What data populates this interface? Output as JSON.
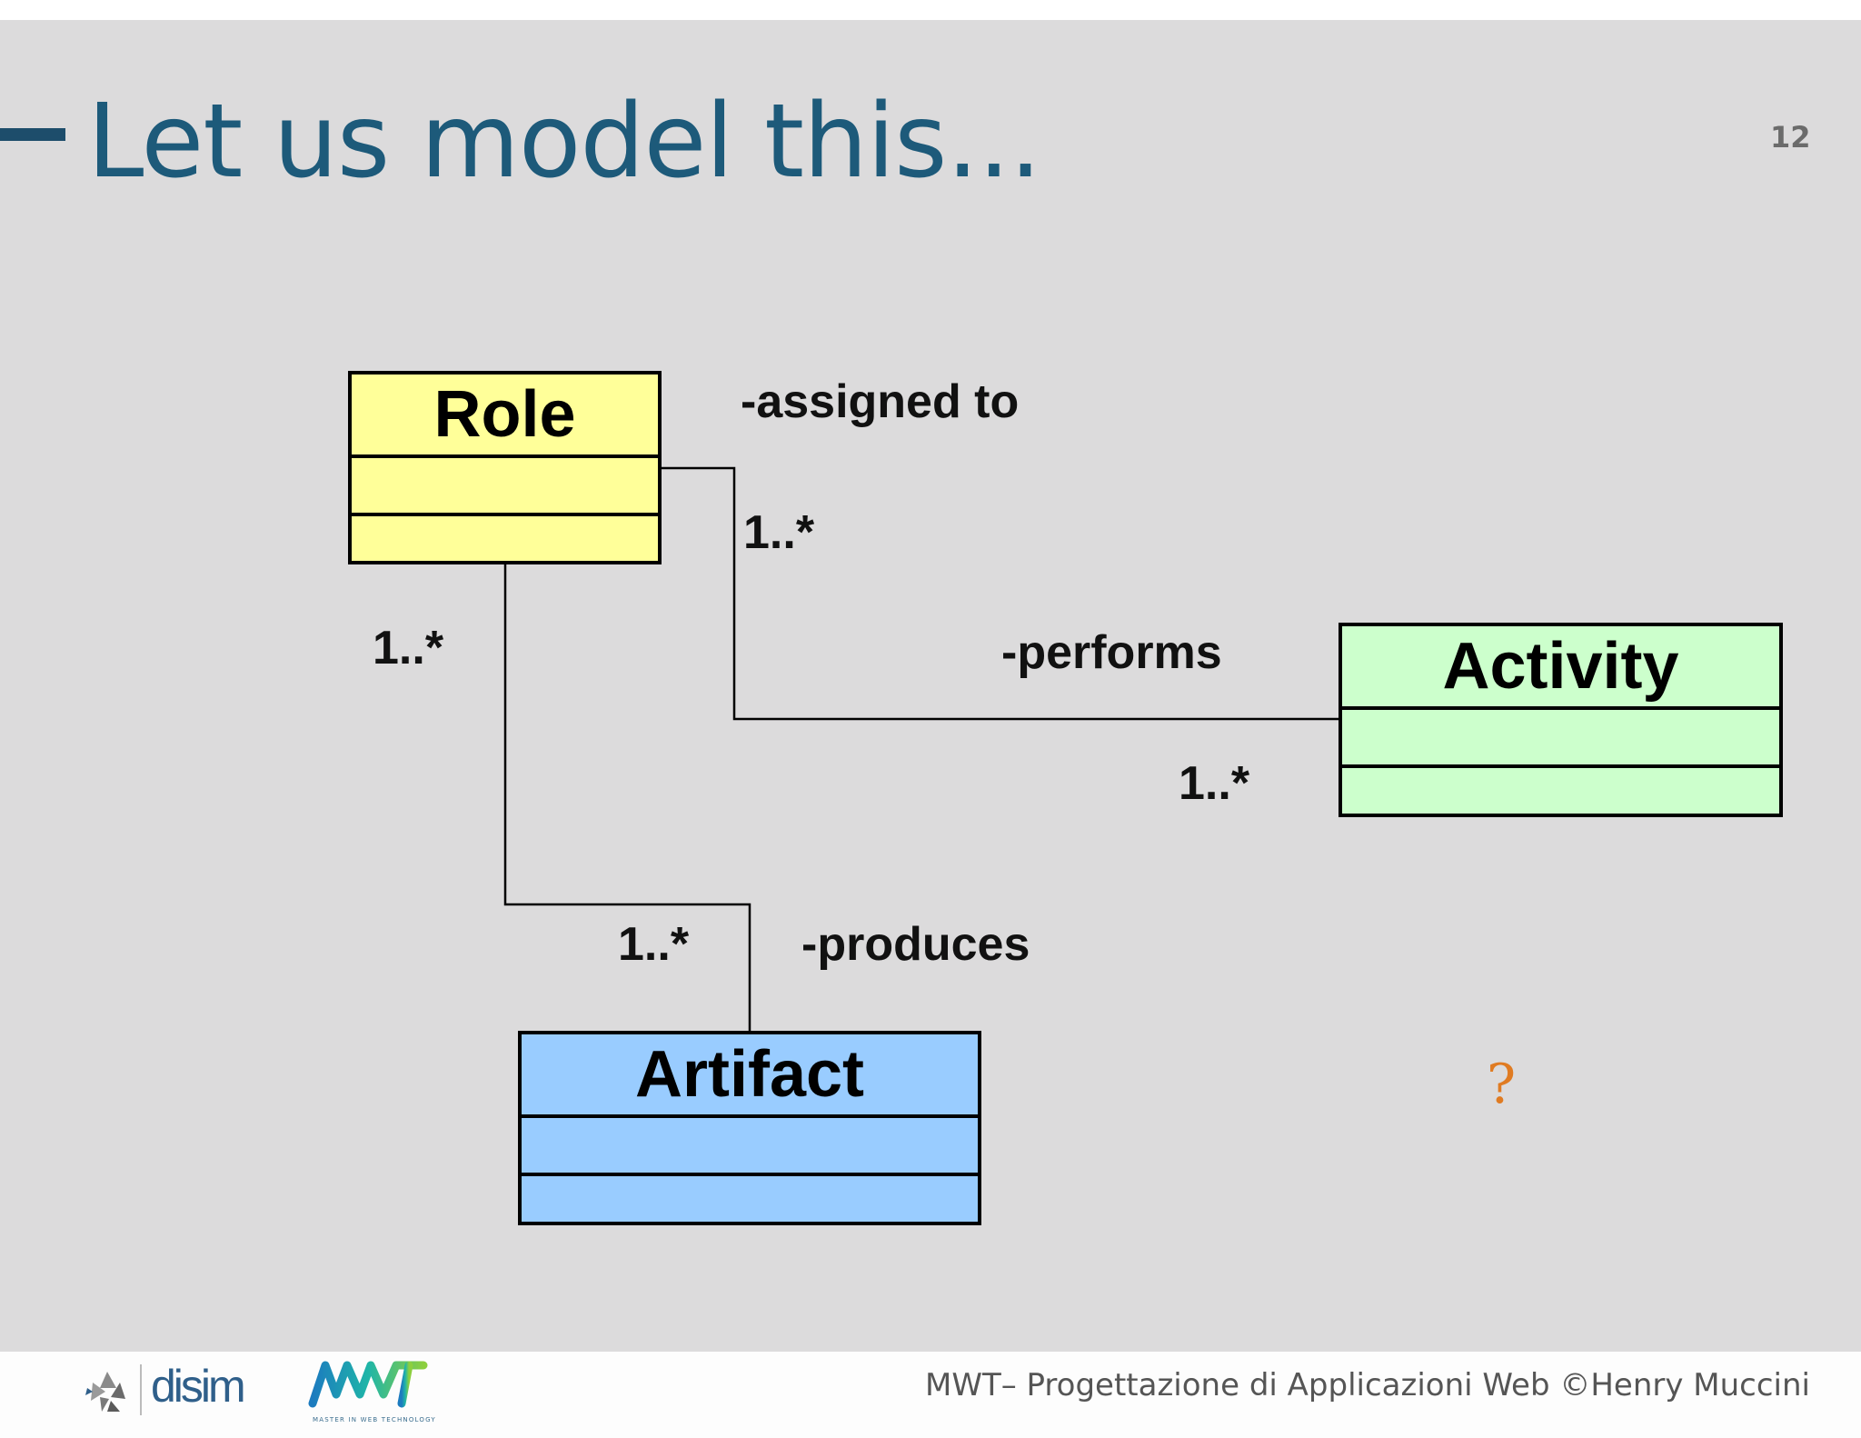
{
  "slide": {
    "title": "Let us model this...",
    "page_number": "12"
  },
  "classes": {
    "role": {
      "name": "Role",
      "color": "#ffff99"
    },
    "activity": {
      "name": "Activity",
      "color": "#ccffcc"
    },
    "artifact": {
      "name": "Artifact",
      "color": "#99ccff"
    }
  },
  "associations": {
    "assigned_to": {
      "label": "-assigned to",
      "multiplicity": "1..*"
    },
    "performs": {
      "label": "-performs",
      "multiplicity": "1..*"
    },
    "role_end": {
      "multiplicity": "1..*"
    },
    "produces": {
      "label": "-produces",
      "multiplicity": "1..*"
    }
  },
  "question_mark": "?",
  "footer": {
    "text": "MWT– Progettazione di Applicazioni Web ©Henry Muccini",
    "disim_logo_text": "disim",
    "mwt_logo_text": "MWT",
    "mwt_logo_subtext": "MASTER IN WEB TECHNOLOGY"
  }
}
